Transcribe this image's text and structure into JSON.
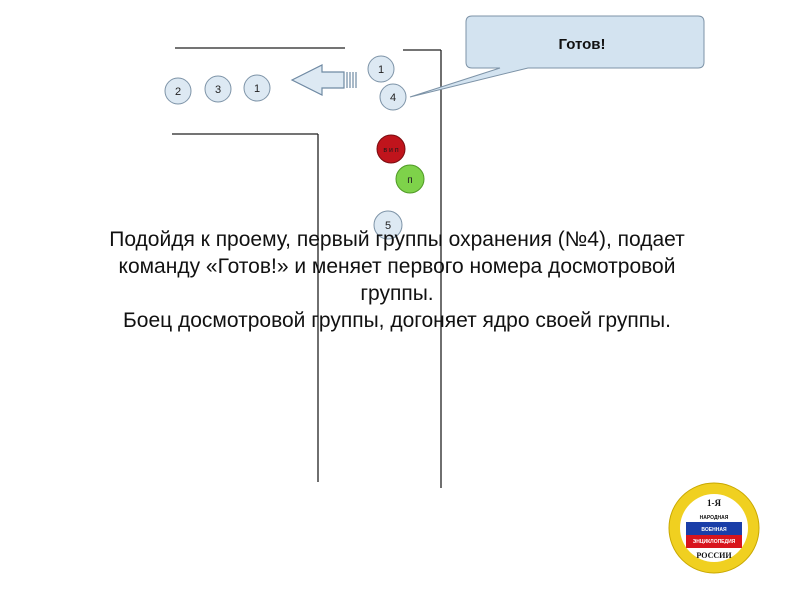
{
  "callout": {
    "text": "Готов!"
  },
  "markers": {
    "corridor_2": "2",
    "corridor_3": "3",
    "corridor_1": "1",
    "doorway_1": "1",
    "guard_4": "4",
    "red_marker": "в и п",
    "green_marker": "п",
    "marker_5": "5"
  },
  "caption": {
    "lines": [
      "Подойдя к проему, первый группы охранения (№4), подает",
      "команду «Готов!» и меняет первого номера досмотровой",
      "группы.",
      "Боец досмотровой группы, догоняет ядро своей группы."
    ]
  },
  "emblem": {
    "top_text": "1-Я",
    "lines": [
      "НАРОДНАЯ",
      "ВОЕННАЯ",
      "ЭНЦИКЛОПЕДИЯ"
    ],
    "bottom_text": "РОССИИ"
  },
  "colors": {
    "callout_fill": "#d3e3f0",
    "circle_fill": "#dde9f3",
    "red_marker": "#c0141c",
    "green_marker": "#7ed24a",
    "arrow_fill": "#dde9f3",
    "wall": "#222222",
    "emblem_ring": "#f0d020"
  }
}
